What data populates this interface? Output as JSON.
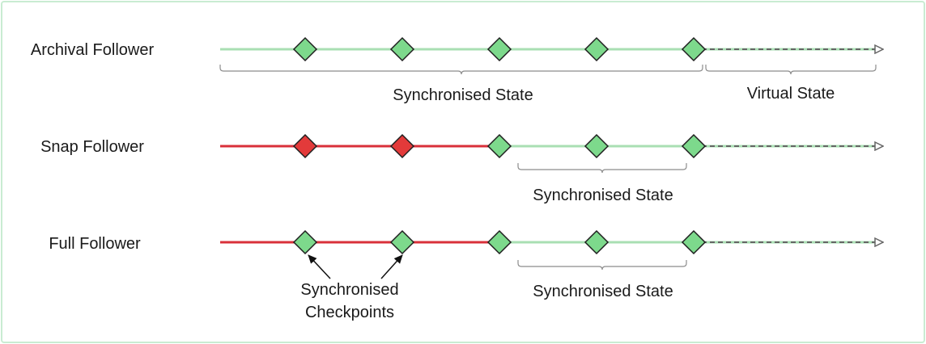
{
  "colors": {
    "synced_line": "#a9dfb3",
    "unsynced_line": "#d9303a",
    "synced_diamond": "#7dd98c",
    "unsynced_diamond": "#e33a3a",
    "diamond_stroke": "#1f1f1f",
    "virtual_dash": "#666666",
    "brace": "#8c8c8c",
    "frame": "#c9ecd2"
  },
  "rows": [
    {
      "label": "Archival Follower",
      "states": [
        "synced",
        "synced",
        "synced",
        "synced",
        "synced"
      ],
      "red_until": 0
    },
    {
      "label": "Snap Follower",
      "states": [
        "unsynced",
        "unsynced",
        "synced",
        "synced",
        "synced"
      ],
      "red_until": 3
    },
    {
      "label": "Full Follower",
      "states": [
        "synced",
        "synced",
        "synced",
        "synced",
        "synced"
      ],
      "red_until": 3
    }
  ],
  "brace_labels": {
    "archival_synced": "Synchronised State",
    "archival_virtual": "Virtual State",
    "snap_synced": "Synchronised State",
    "full_synced": "Synchronised State"
  },
  "annotation": {
    "line1": "Synchronised",
    "line2": "Checkpoints"
  }
}
